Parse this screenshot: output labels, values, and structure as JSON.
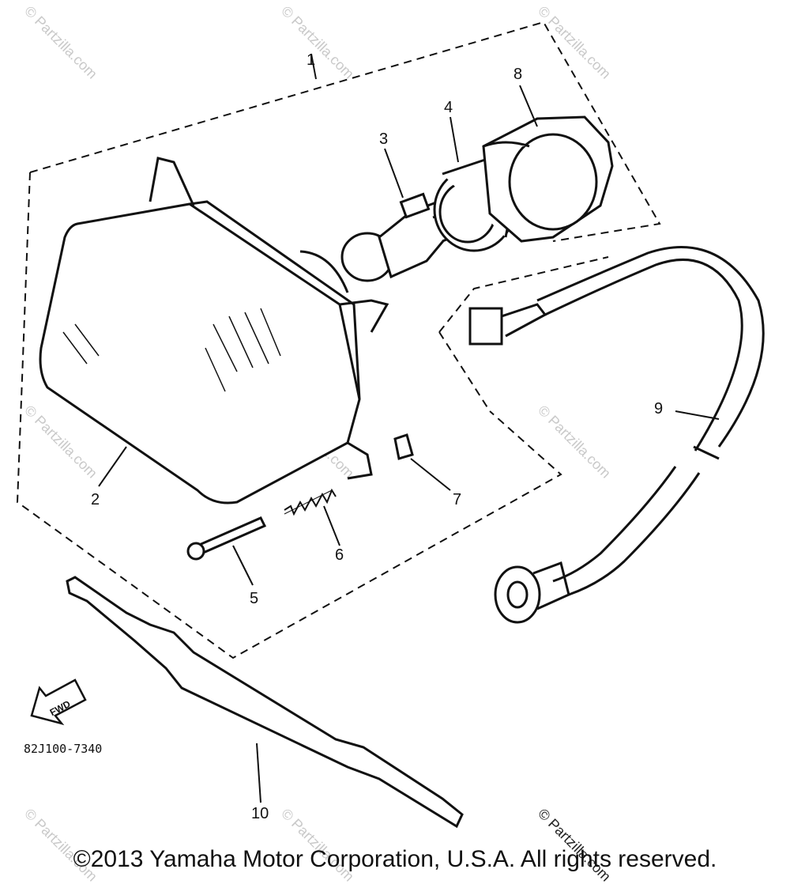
{
  "diagram": {
    "callouts": [
      "1",
      "2",
      "3",
      "4",
      "5",
      "6",
      "7",
      "8",
      "9",
      "10"
    ],
    "part_code": "82J100-7340",
    "direction_arrow": "FWD",
    "watermark": "© Partzilla.com",
    "copyright": "©2013 Yamaha Motor Corporation, U.S.A. All rights reserved."
  }
}
